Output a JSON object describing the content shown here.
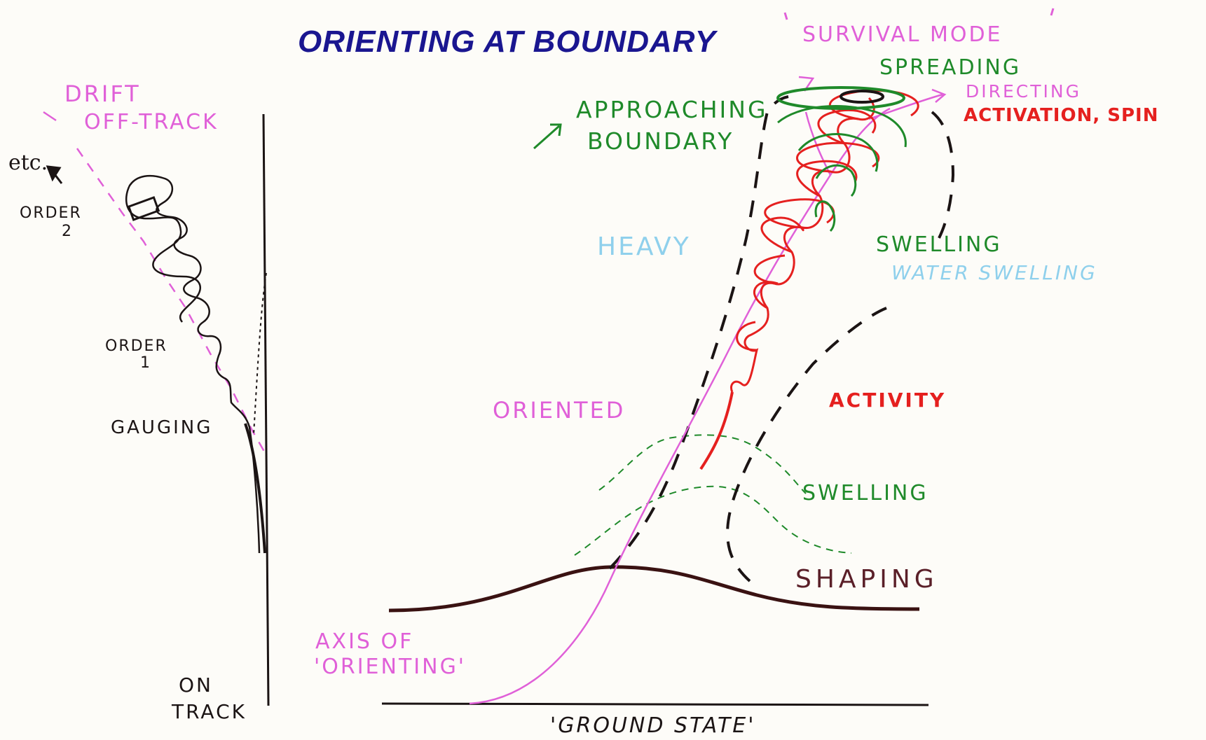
{
  "title": "ORIENTING AT BOUNDARY",
  "labels": {
    "survival_mode": "SURVIVAL MODE",
    "spreading": "SPREADING",
    "directing": "DIRECTING",
    "activation_spin": "ACTIVATION, SPIN",
    "approaching": "APPROACHING",
    "boundary": "BOUNDARY",
    "heavy": "HEAVY",
    "swelling_top": "SWELLING",
    "water_swelling": "WATER SWELLING",
    "oriented": "ORIENTED",
    "activity": "ACTIVITY",
    "swelling_mid": "SWELLING",
    "shaping": "SHAPING",
    "axis_line1": "AXIS OF",
    "axis_line2": "'ORIENTING'",
    "ground_state": "'GROUND STATE'",
    "drift": "DRIFT",
    "off_track": "OFF-TRACK",
    "etc": "etc.",
    "order2_line1": "ORDER",
    "order2_line2": "2",
    "order1_line1": "ORDER",
    "order1_line2": "1",
    "gauging": "GAUGING",
    "on": "ON",
    "track": "TRACK"
  },
  "colors": {
    "title": "#1a1690",
    "magenta": "#e060d8",
    "green": "#1f8a2a",
    "red": "#e5201f",
    "light_blue": "#8fd0ec",
    "black": "#1b1414",
    "brown": "#5a1f28"
  }
}
